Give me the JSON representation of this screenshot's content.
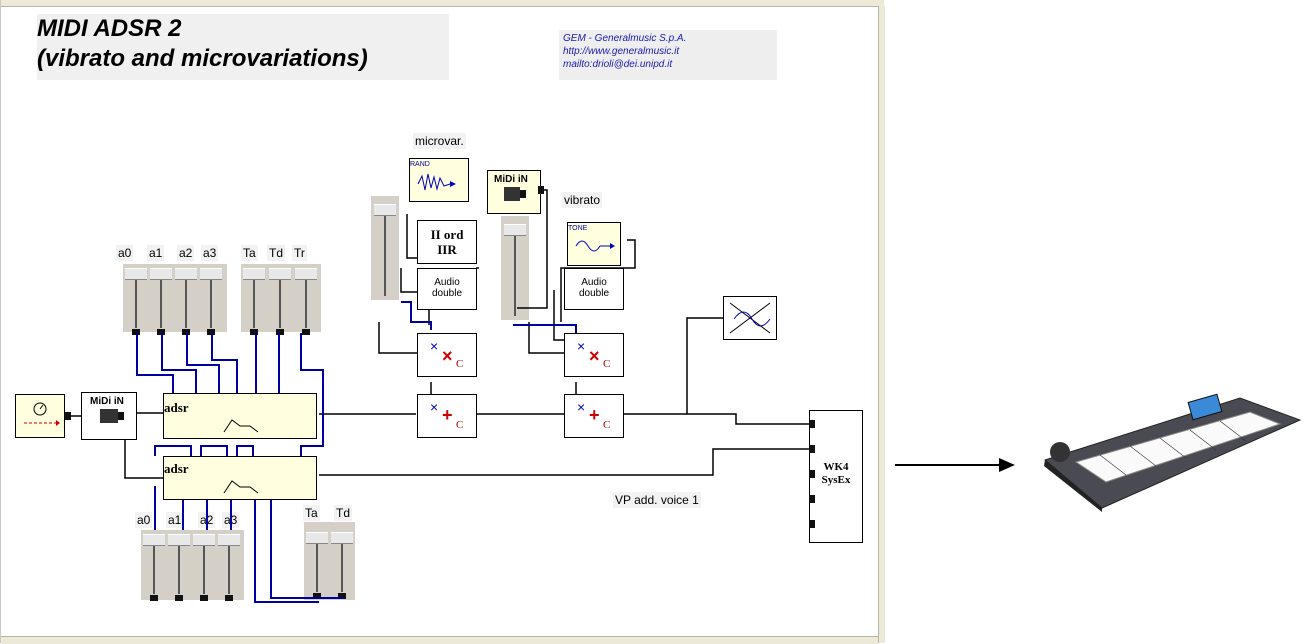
{
  "header": {
    "title_line1": "MIDI ADSR 2",
    "title_line2": "(vibrato and microvariations)",
    "credits": [
      "GEM - Generalmusic S.p.A.",
      "http://www.generalmusic.it",
      "mailto:drioli@dei.unipd.it"
    ]
  },
  "labels": {
    "microvar": "microvar.",
    "vibrato": "vibrato",
    "vp_add": "VP add. voice 1"
  },
  "faders_top": [
    "a0",
    "a1",
    "a2",
    "a3"
  ],
  "faders_top_t": [
    "Ta",
    "Td",
    "Tr"
  ],
  "faders_bottom": [
    "a0",
    "a1",
    "a2",
    "a3"
  ],
  "faders_bottom_t": [
    "Ta",
    "Td"
  ],
  "blocks": {
    "adsr": "adsr",
    "midi_in": "MiDi iN",
    "rand": "RAND",
    "tone": "TONE",
    "iir_l1": "II ord",
    "iir_l2": "IIR",
    "audio_double_l1": "Audio",
    "audio_double_l2": "double",
    "mult_c": "C",
    "wk4_l1": "WK4",
    "wk4_l2": "SysEx"
  },
  "colors": {
    "wire_black": "#000000",
    "wire_blue": "#0000a0",
    "block_yellow": "#ffffe0",
    "fader_bank": "#d4d0c8"
  }
}
